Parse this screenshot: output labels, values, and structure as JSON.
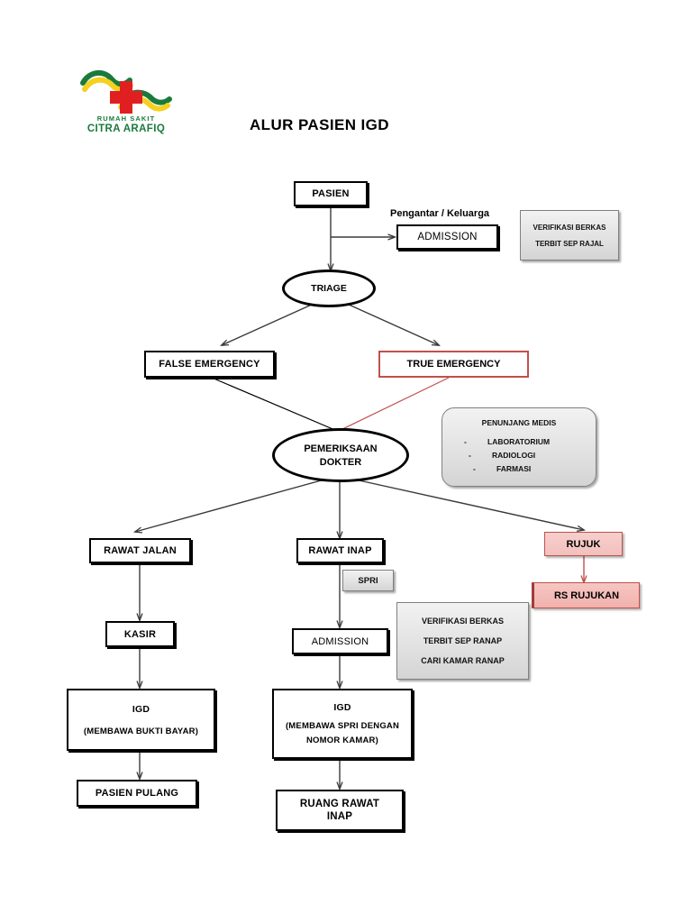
{
  "document": {
    "title": "ALUR PASIEN IGD",
    "logo": {
      "name": "rumah-sakit-citra-arafiq-logo",
      "line1": "RUMAH SAKIT",
      "line2": "CITRA ARAFIQ",
      "green": "#1a7a3c",
      "yellow": "#f5d020",
      "red": "#e02020"
    }
  },
  "colors": {
    "outline": "#000000",
    "red_outline": "#c0504d",
    "pink_fill": "#f4c4c0",
    "gray_note": "#e2e2e2",
    "background": "#ffffff"
  },
  "nodes": {
    "pasien": {
      "label": "PASIEN"
    },
    "admission_top": {
      "label": "ADMISSION"
    },
    "pengantar_label": {
      "label": "Pengantar / Keluarga"
    },
    "verifikasi_rajal": {
      "line1": "VERIFIKASI BERKAS",
      "line2": "TERBIT SEP RAJAL"
    },
    "triage": {
      "label": "TRIAGE"
    },
    "false_emergency": {
      "label": "FALSE EMERGENCY"
    },
    "true_emergency": {
      "label": "TRUE EMERGENCY"
    },
    "pemeriksaan_dokter": {
      "line1": "PEMERIKSAAN",
      "line2": "DOKTER"
    },
    "penunjang_medis": {
      "title": "PENUNJANG MEDIS",
      "items": [
        "LABORATORIUM",
        "RADIOLOGI",
        "FARMASI"
      ],
      "bullet": "-"
    },
    "rawat_jalan": {
      "label": "RAWAT JALAN"
    },
    "kasir": {
      "label": "KASIR"
    },
    "igd_rajal": {
      "line1": "IGD",
      "line2": "(MEMBAWA BUKTI BAYAR)"
    },
    "pasien_pulang": {
      "label": "PASIEN PULANG"
    },
    "rawat_inap": {
      "label": "RAWAT INAP"
    },
    "spri": {
      "label": "SPRI"
    },
    "admission_ranap": {
      "label": "ADMISSION"
    },
    "verifikasi_ranap": {
      "line1": "VERIFIKASI BERKAS",
      "line2": "TERBIT SEP RANAP",
      "line3": "CARI KAMAR RANAP"
    },
    "igd_ranap": {
      "line1": "IGD",
      "line2": "(MEMBAWA SPRI DENGAN",
      "line3": "NOMOR KAMAR)"
    },
    "ruang_rawat_inap": {
      "line1": "RUANG RAWAT",
      "line2": "INAP"
    },
    "rujuk": {
      "label": "RUJUK"
    },
    "rs_rujukan": {
      "label": "RS RUJUKAN"
    }
  }
}
